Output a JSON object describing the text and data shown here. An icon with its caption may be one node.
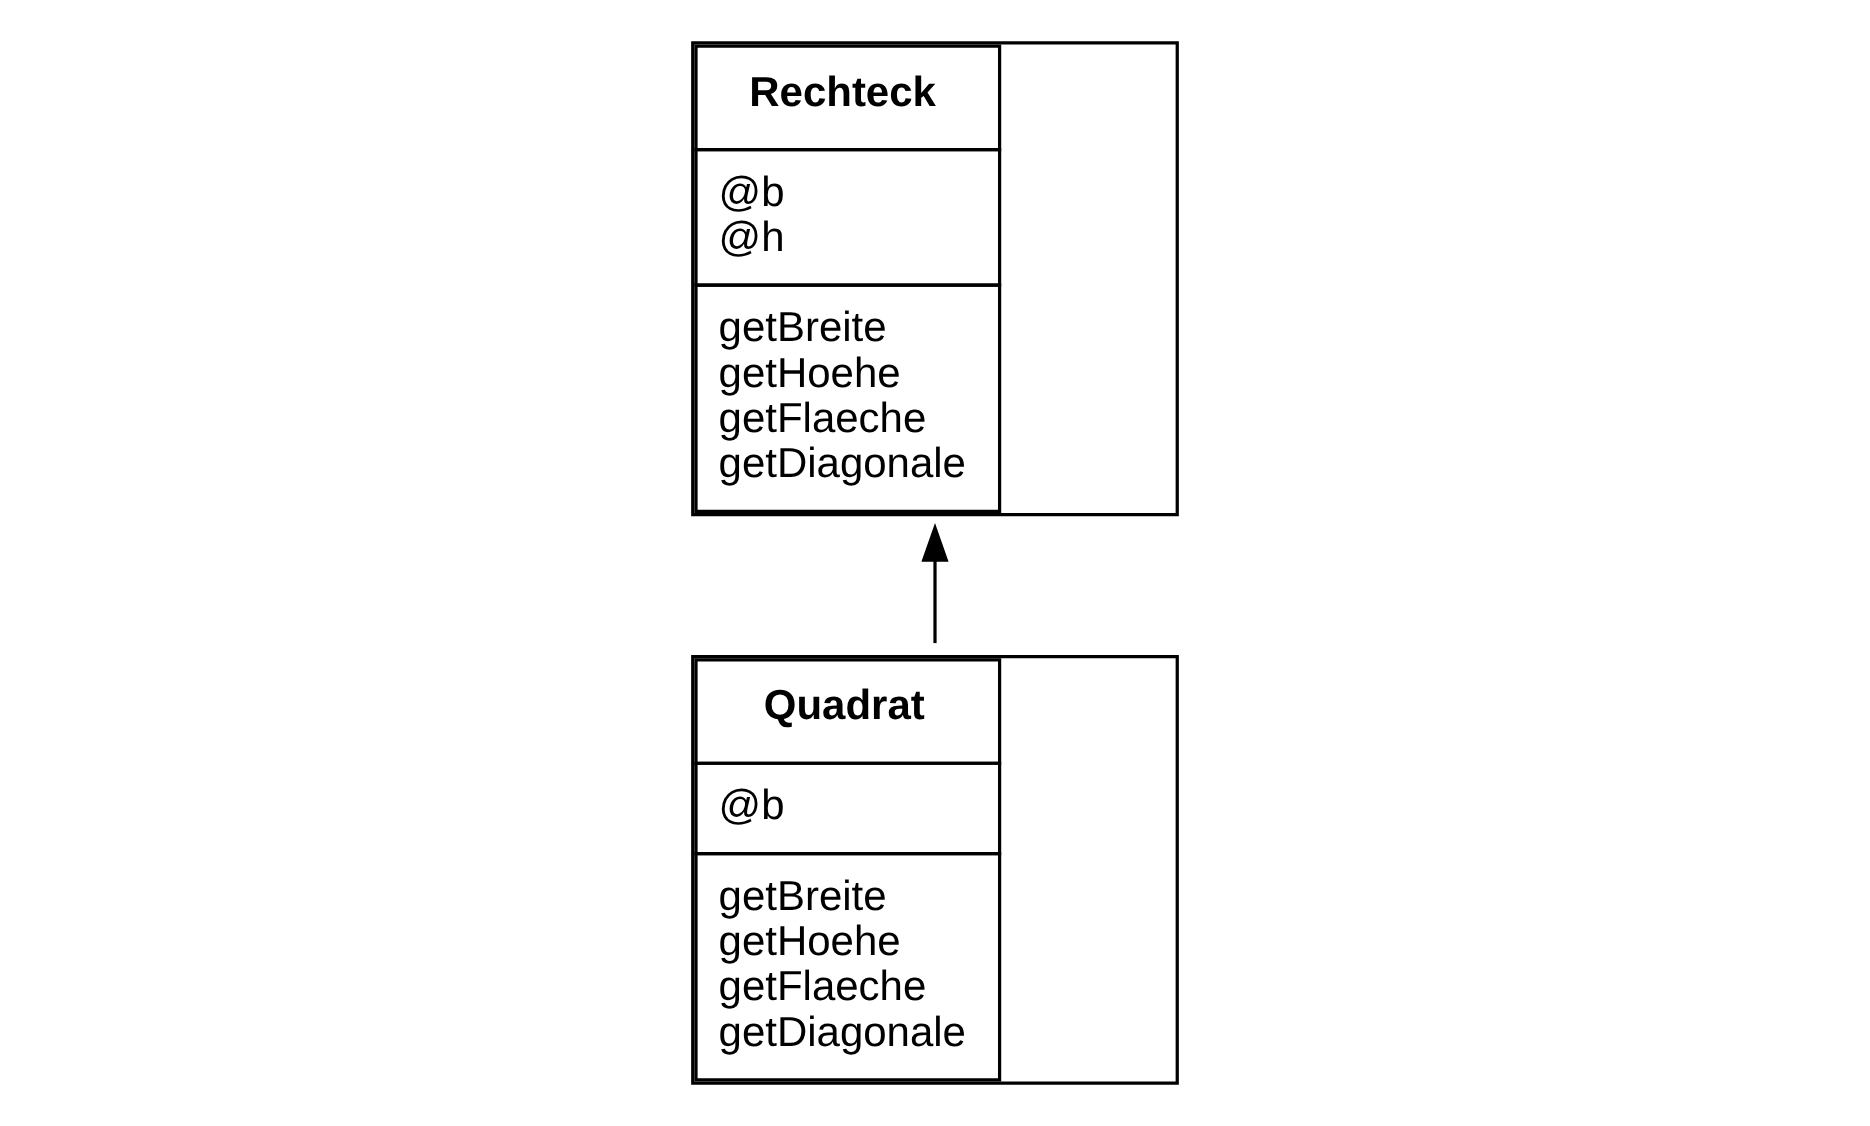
{
  "diagram": {
    "nodes": [
      {
        "text": [
          "Rechteck",
          "@b @h",
          "getBreite getHoehe getFlaeche getDiagonale"
        ]
      },
      {
        "text": [
          "Quadrat",
          "@b",
          "getBreite getHoehe getFlaeche getDiagonale"
        ]
      }
    ],
    "edges": [
      {
        "from": 1,
        "to": 0,
        "arrow": "to"
      }
    ]
  }
}
